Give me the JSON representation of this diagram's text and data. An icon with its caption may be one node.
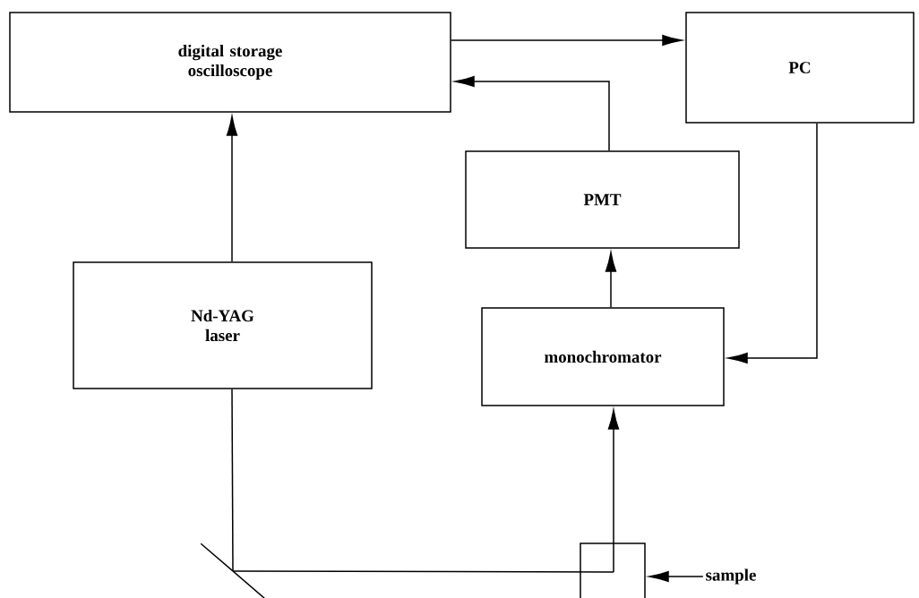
{
  "diagram": {
    "nodes": [
      {
        "text": [
          "digital storage oscilloscope"
        ]
      },
      {
        "text": [
          "PC"
        ]
      },
      {
        "text": [
          "PMT"
        ]
      },
      {
        "text": [
          "Nd-YAG laser"
        ]
      },
      {
        "text": [
          "monochromator"
        ]
      },
      {
        "text": [],
        "shape": "line"
      },
      {
        "text": [],
        "shape": "box"
      },
      {
        "text": [
          "sample"
        ]
      }
    ],
    "edges": [
      {
        "from": 0,
        "to": 1,
        "arrow": "to"
      },
      {
        "from": 2,
        "to": 0,
        "arrow": "to"
      },
      {
        "from": 3,
        "to": 0,
        "arrow": "to"
      },
      {
        "from": 1,
        "to": 4,
        "arrow": "to"
      },
      {
        "from": 4,
        "to": 2,
        "arrow": "to"
      },
      {
        "from": 3,
        "to": 5,
        "arrow": "none"
      },
      {
        "from": 5,
        "to": 6,
        "arrow": "none"
      },
      {
        "from": 6,
        "to": 4,
        "arrow": "to"
      },
      {
        "from": 7,
        "to": 6,
        "arrow": "to"
      }
    ]
  }
}
